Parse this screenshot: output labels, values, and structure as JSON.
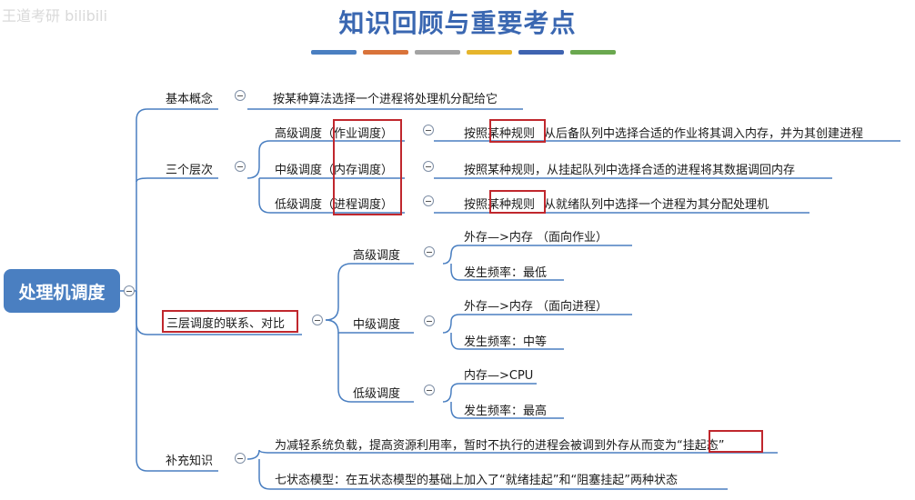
{
  "watermark": "王道考研 bilibili",
  "title": "知识回顾与重要考点",
  "stripe_colors": [
    "#4a7fc1",
    "#d9733a",
    "#a3a3a3",
    "#e6b52c",
    "#3f63b0",
    "#6aa84f"
  ],
  "root": "处理机调度",
  "branches": {
    "basic": {
      "label": "基本概念",
      "text": "按某种算法选择一个进程将处理机分配给它"
    },
    "levels": {
      "label": "三个层次",
      "items": [
        {
          "name": "高级调度（作业调度）",
          "desc_a": "按照某种规则",
          "desc_b": "从后备队列中选择合适的作业将其调入内存，并为其创建进程"
        },
        {
          "name": "中级调度（内存调度）",
          "desc": "按照某种规则，从挂起队列中选择合适的进程将其数据调回内存"
        },
        {
          "name": "低级调度（进程调度）",
          "desc_a": "按照某种规则",
          "desc_b": "从就绪队列中选择一个进程为其分配处理机"
        }
      ]
    },
    "compare": {
      "label": "三层调度的联系、对比",
      "items": [
        {
          "name": "高级调度",
          "move": "外存—>内存 （面向作业）",
          "freq": "发生频率：最低"
        },
        {
          "name": "中级调度",
          "move": "外存—>内存 （面向进程）",
          "freq": "发生频率：中等"
        },
        {
          "name": "低级调度",
          "move": "内存—>CPU",
          "freq": "发生频率：最高"
        }
      ]
    },
    "extra": {
      "label": "补充知识",
      "line1_a": "为减轻系统负载，提高资源利用率，暂时不执行的进程会被调到外存从而变为",
      "line1_b": "“挂起态”",
      "line2": "七状态模型：在五状态模型的基础上加入了“就绪挂起”和“阻塞挂起”两种状态"
    }
  }
}
